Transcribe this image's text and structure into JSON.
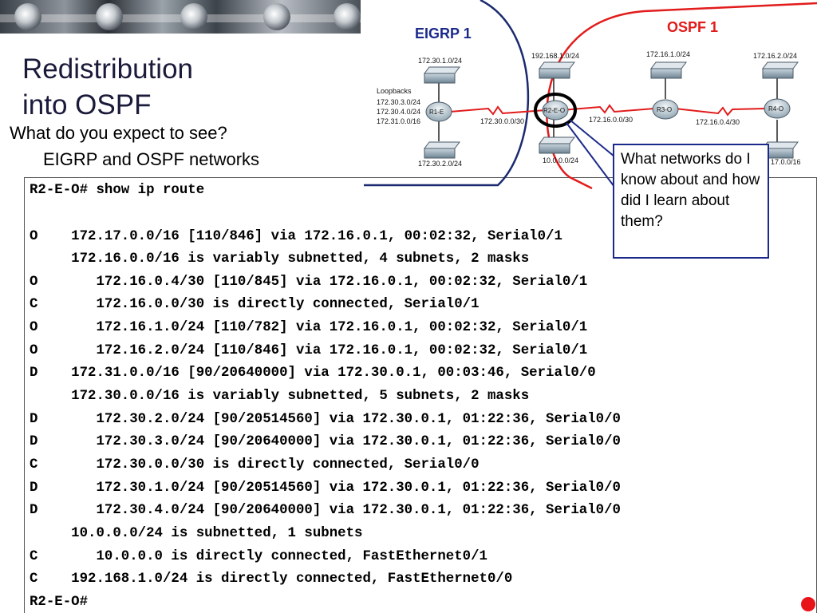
{
  "slide": {
    "title_line1": "Redistribution",
    "title_line2": "into OSPF",
    "question": "What do you expect to see?",
    "answer": "EIGRP and OSPF networks",
    "callout": "What networks do I know about and how did I learn about them?"
  },
  "diagram": {
    "eigrp_label": "EIGRP 1",
    "ospf_label": "OSPF 1",
    "loopbacks_title": "Loopbacks",
    "loopbacks": [
      "172.30.3.0/24",
      "172.30.4.0/24",
      "172.31.0.0/16"
    ],
    "r1_lan_top": "172.30.1.0/24",
    "r1_lan_bottom": "172.30.2.0/24",
    "r2_lan_top": "192.168.1.0/24",
    "r2_lan_bottom": "10.0.0.0/24",
    "link_r1_r2": "172.30.0.0/30",
    "link_r2_r3": "172.16.0.0/30",
    "link_r3_r4": "172.16.0.4/30",
    "r3_lan": "172.16.1.0/24",
    "r4_lan": "172.16.2.0/24",
    "r4_lan_bottom": "17.0.0/16",
    "router_r1": "R1-E",
    "router_r2": "R2-E-O",
    "router_r3": "R3-O",
    "router_r4": "R4-O"
  },
  "cli": {
    "lines": [
      "R2-E-O# show ip route",
      "",
      "O    172.17.0.0/16 [110/846] via 172.16.0.1, 00:02:32, Serial0/1",
      "     172.16.0.0/16 is variably subnetted, 4 subnets, 2 masks",
      "O       172.16.0.4/30 [110/845] via 172.16.0.1, 00:02:32, Serial0/1",
      "C       172.16.0.0/30 is directly connected, Serial0/1",
      "O       172.16.1.0/24 [110/782] via 172.16.0.1, 00:02:32, Serial0/1",
      "O       172.16.2.0/24 [110/846] via 172.16.0.1, 00:02:32, Serial0/1",
      "D    172.31.0.0/16 [90/20640000] via 172.30.0.1, 00:03:46, Serial0/0",
      "     172.30.0.0/16 is variably subnetted, 5 subnets, 2 masks",
      "D       172.30.2.0/24 [90/20514560] via 172.30.0.1, 01:22:36, Serial0/0",
      "D       172.30.3.0/24 [90/20640000] via 172.30.0.1, 01:22:36, Serial0/0",
      "C       172.30.0.0/30 is directly connected, Serial0/0",
      "D       172.30.1.0/24 [90/20514560] via 172.30.0.1, 01:22:36, Serial0/0",
      "D       172.30.4.0/24 [90/20640000] via 172.30.0.1, 01:22:36, Serial0/0",
      "     10.0.0.0/24 is subnetted, 1 subnets",
      "C       10.0.0.0 is directly connected, FastEthernet0/1",
      "C    192.168.1.0/24 is directly connected, FastEthernet0/0",
      "R2-E-O#"
    ]
  }
}
